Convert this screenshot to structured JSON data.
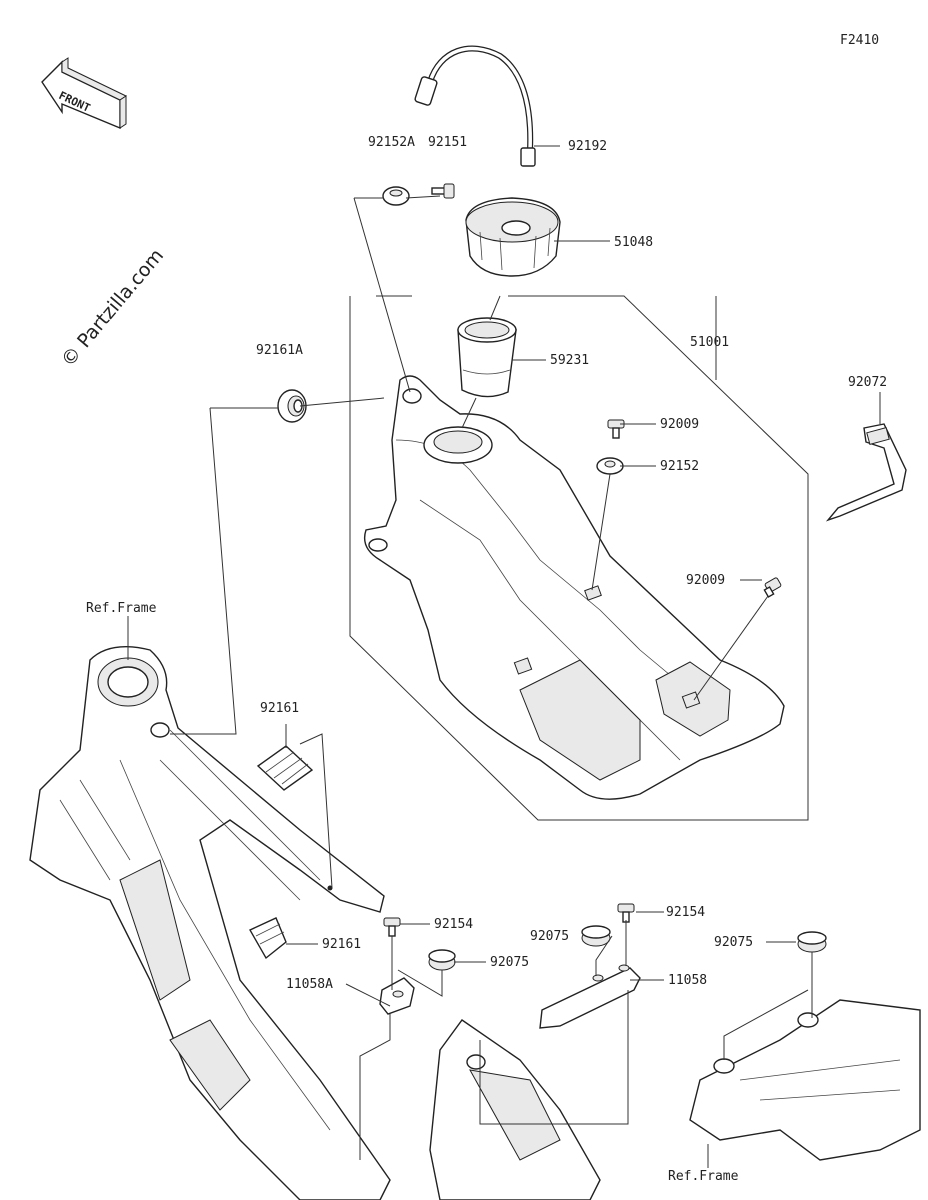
{
  "diagram_code": "F2410",
  "watermark": "© Partzilla.com",
  "front_arrow_text": "FRONT",
  "ref_frame_label": "Ref.Frame",
  "callouts": {
    "p92152A": "92152A",
    "p92151": "92151",
    "p92192": "92192",
    "p51048": "51048",
    "p59231": "59231",
    "p51001": "51001",
    "p92161A": "92161A",
    "p92009a": "92009",
    "p92152": "92152",
    "p92009b": "92009",
    "p92072": "92072",
    "p92161a": "92161",
    "p92161b": "92161",
    "p92154a": "92154",
    "p92075a": "92075",
    "p11058A": "11058A",
    "p92075b": "92075",
    "p92154b": "92154",
    "p11058": "11058",
    "p92075c": "92075"
  }
}
